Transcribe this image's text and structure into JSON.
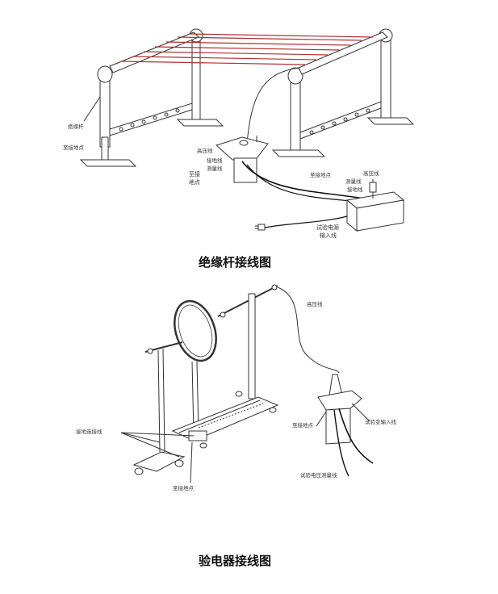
{
  "diagram1": {
    "caption": "绝缘杆接线图",
    "labels": {
      "rod": "绝缘杆",
      "ground_point_left": "至接地点",
      "hv_line": "高压线",
      "ground_line": "接地线",
      "meter_line": "测量线",
      "ground_point_mid_1": "至接",
      "ground_point_mid_2": "地点",
      "ground_point_right": "至接地点",
      "hv_right": "高压线",
      "meter_right": "测量线",
      "ground_right": "接地线",
      "power_input_1": "试验电源",
      "power_input_2": "输入线"
    }
  },
  "diagram2": {
    "caption": "验电器接线图",
    "labels": {
      "hv_wire": "高压线",
      "ground_wire": "接地连接线",
      "ground_point_bottom": "至接地点",
      "ground_point_right": "至接地点",
      "transformer_input": "试验变输入线",
      "meter_wire": "试验电压测量线"
    }
  }
}
